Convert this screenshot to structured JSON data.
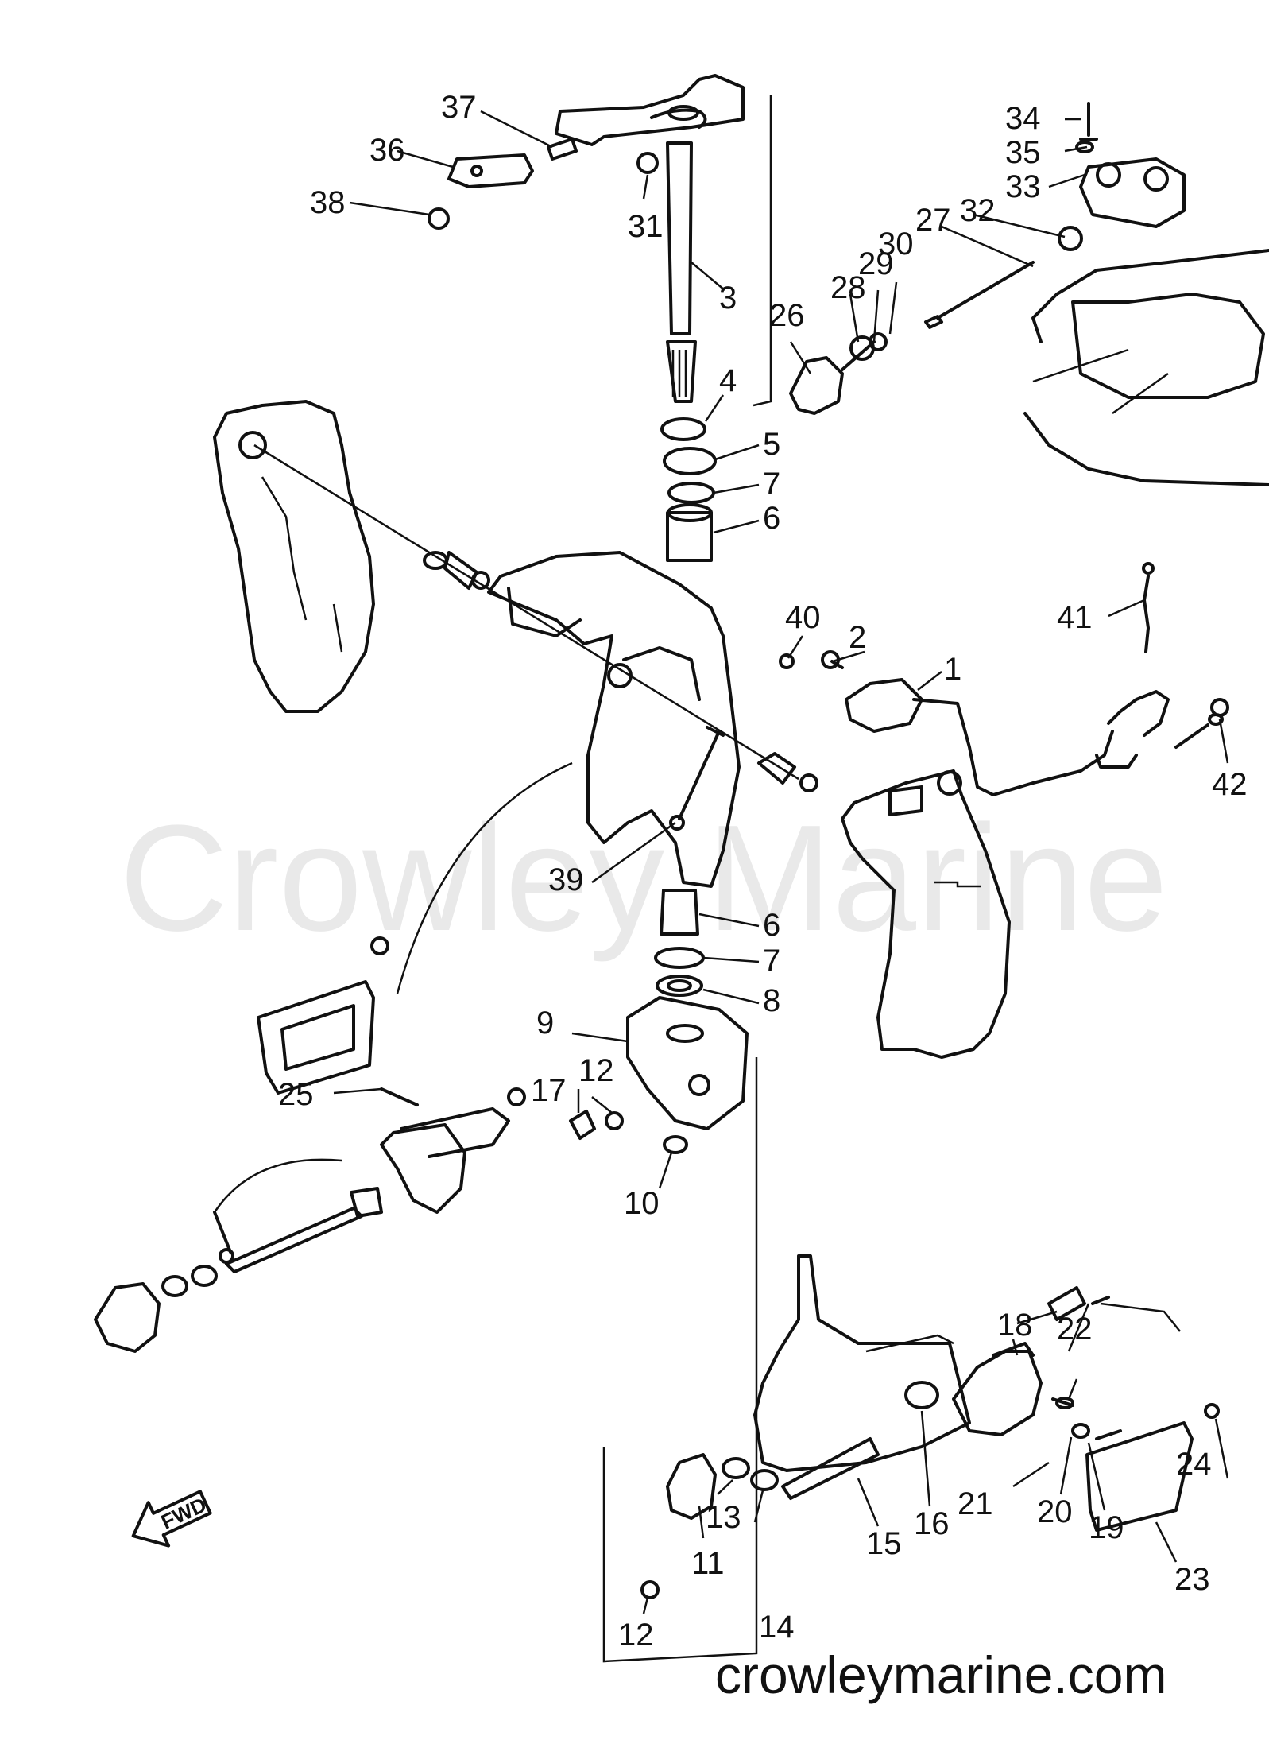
{
  "watermark": "Crowley Marine",
  "website": "crowleymarine.com",
  "direction_label": "FWD",
  "callouts": [
    "1",
    "2",
    "3",
    "4",
    "5",
    "6",
    "7",
    "8",
    "9",
    "10",
    "11",
    "12",
    "13",
    "14",
    "15",
    "16",
    "17",
    "18",
    "19",
    "20",
    "21",
    "22",
    "23",
    "24",
    "25",
    "26",
    "27",
    "28",
    "29",
    "30",
    "31",
    "32",
    "33",
    "34",
    "35",
    "36",
    "37",
    "38",
    "39",
    "40",
    "41",
    "42"
  ]
}
